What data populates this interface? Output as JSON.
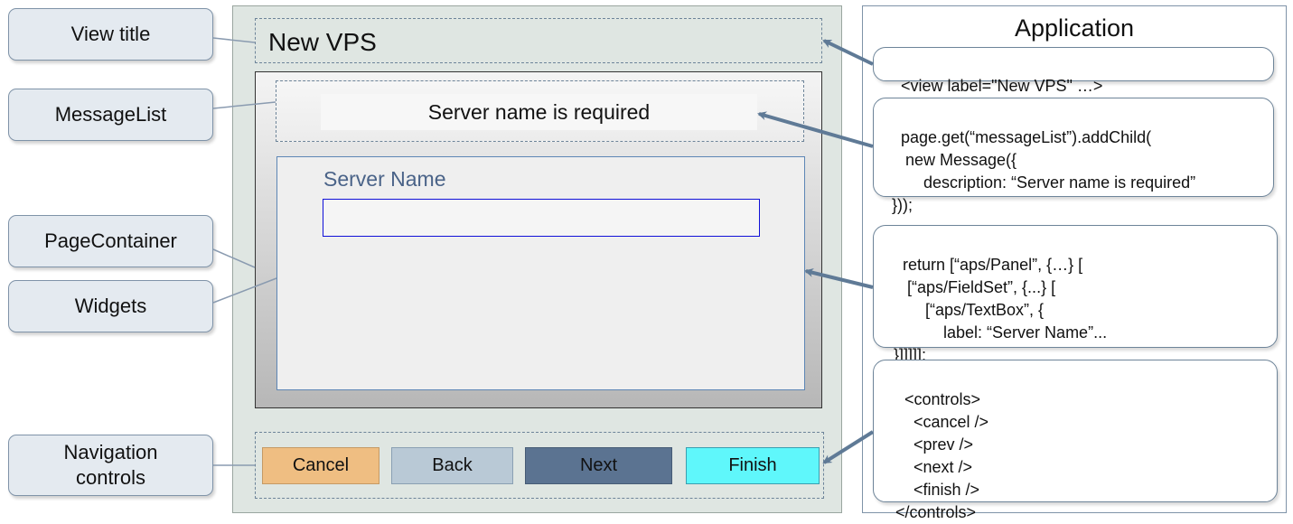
{
  "callouts": {
    "view_title": "View title",
    "message_list": "MessageList",
    "page_container": "PageContainer",
    "widgets": "Widgets",
    "navigation_line1": "Navigation",
    "navigation_line2": "controls"
  },
  "mockup": {
    "view_title": "New VPS",
    "message": "Server name is required",
    "field_label": "Server Name",
    "field_value": "",
    "buttons": {
      "cancel": "Cancel",
      "back": "Back",
      "next": "Next",
      "finish": "Finish"
    },
    "colors": {
      "cancel": "#efbe82",
      "back": "#b9c9d6",
      "next": "#5b7391",
      "finish": "#5ff7fb",
      "input_border": "#1010d8"
    }
  },
  "application": {
    "title": "Application",
    "view_code": "<view label=\"New VPS\" …>",
    "message_code": "page.get(“messageList”).addChild(\n   new Message({\n       description: “Server name is required”\n}));",
    "panel_code": "return [“aps/Panel”, {…} [\n   [“aps/FieldSet”, {...} [\n       [“aps/TextBox”, {\n           label: “Server Name”...\n}]]]]];",
    "controls_code": "<controls>\n    <cancel />\n    <prev />\n    <next />\n    <finish />\n</controls>"
  }
}
